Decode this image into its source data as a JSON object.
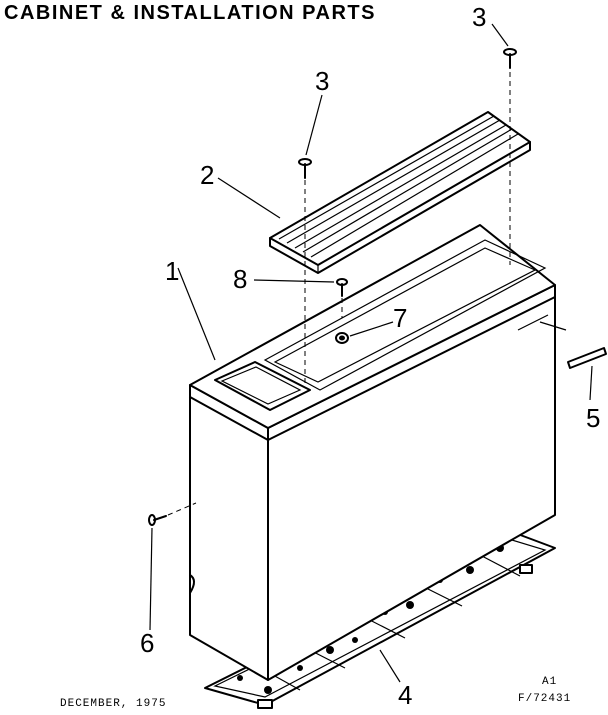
{
  "title": "CABINET & INSTALLATION PARTS",
  "footer": {
    "date": "DECEMBER, 1975",
    "sheet": "A1",
    "figure": "F/72431"
  },
  "callouts": [
    {
      "id": "part-1",
      "number": "1"
    },
    {
      "id": "part-2",
      "number": "2"
    },
    {
      "id": "part-3a",
      "number": "3"
    },
    {
      "id": "part-3b",
      "number": "3"
    },
    {
      "id": "part-4",
      "number": "4"
    },
    {
      "id": "part-5",
      "number": "5"
    },
    {
      "id": "part-6",
      "number": "6"
    },
    {
      "id": "part-7",
      "number": "7"
    },
    {
      "id": "part-8",
      "number": "8"
    }
  ]
}
